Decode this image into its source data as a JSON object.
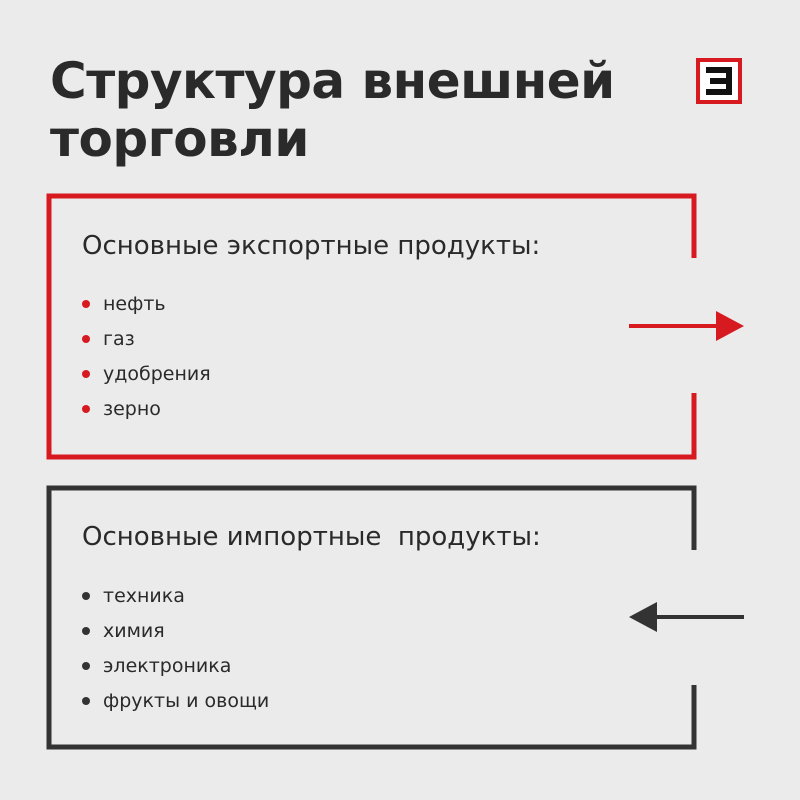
{
  "title": {
    "line1": "Структура внешней",
    "line2": "торговли"
  },
  "logo": {
    "icon": "e-letter-logo-icon",
    "border_color": "#d71920"
  },
  "export_box": {
    "heading": "Основные экспортные продукты:",
    "items": [
      "нефть",
      "газ",
      "удобрения",
      "зерно"
    ],
    "color": "#d71920",
    "arrow_icon": "arrow-right-icon"
  },
  "import_box": {
    "heading": "Основные импортные  продукты:",
    "items": [
      "техника",
      "химия",
      "электроника",
      "фрукты и овощи"
    ],
    "color": "#333333",
    "arrow_icon": "arrow-left-icon"
  }
}
